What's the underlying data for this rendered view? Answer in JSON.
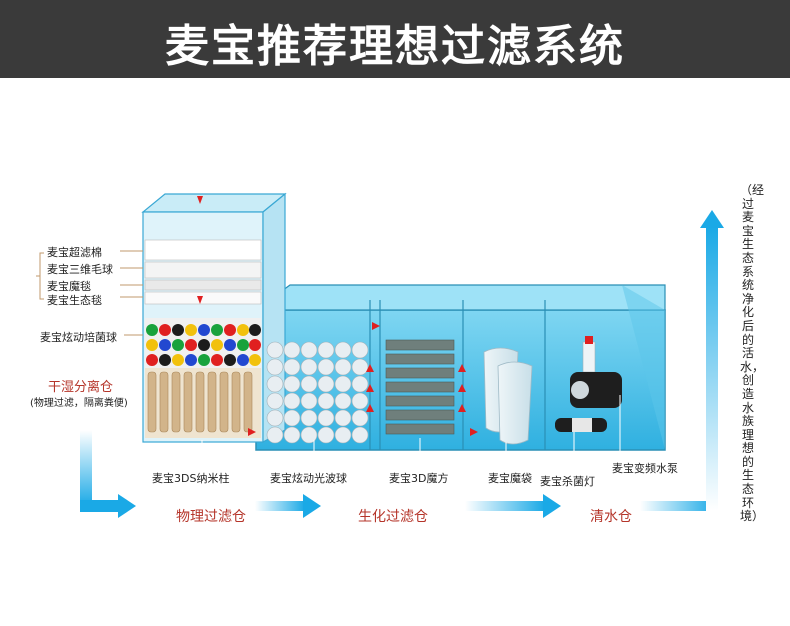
{
  "header": {
    "title": "麦宝推荐理想过滤系统"
  },
  "left_labels": {
    "filter_cotton": "麦宝超滤棉",
    "ball_3d": "麦宝三维毛球",
    "magic_mat": "麦宝魔毯",
    "eco_mat": "麦宝生态毯",
    "bacteria_ball": "麦宝炫动培菌球",
    "dry_wet_title": "干湿分离仓",
    "dry_wet_sub": "(物理过滤，隔离粪便)"
  },
  "component_labels": {
    "nano_column": "麦宝3DS纳米柱",
    "wave_ball": "麦宝炫动光波球",
    "cube_3d": "麦宝3D魔方",
    "magic_bag": "麦宝魔袋",
    "uv_lamp": "麦宝杀菌灯",
    "pump": "麦宝变频水泵"
  },
  "stages": {
    "physical": "物理过滤仓",
    "bio": "生化过滤仓",
    "clean": "清水仓"
  },
  "side_note": "（经过麦宝生态系统净化后的活水，创造水族理想的生态环境）",
  "colors": {
    "banner": "#3a3a3a",
    "water": "#4fc3e8",
    "flow_arrow": "#1aa9e6",
    "label_red": "#b5352a"
  }
}
